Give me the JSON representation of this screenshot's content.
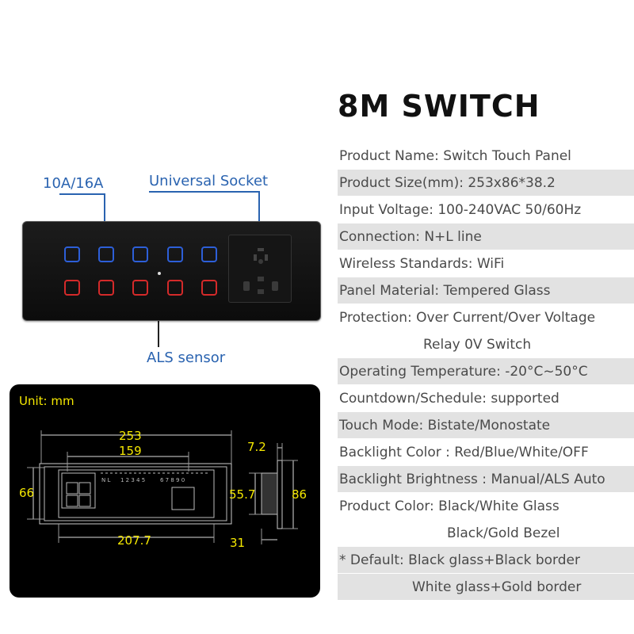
{
  "title": "8M SWITCH",
  "callouts": {
    "amp": "10A/16A",
    "socket": "Universal Socket",
    "als": "ALS sensor"
  },
  "specs": [
    "Product Name: Switch Touch Panel",
    "Product Size(mm): 253x86*38.2",
    "Input Voltage: 100-240VAC 50/60Hz",
    "Connection: N+L line",
    "Wireless Standards:  WiFi",
    "Panel Material: Tempered Glass",
    "Protection: Over Current/Over Voltage",
    "Relay 0V Switch",
    "Operating Temperature: -20°C~50°C",
    "Countdown/Schedule: supported",
    "Touch Mode: Bistate/Monostate",
    "Backlight Color : Red/Blue/White/OFF",
    "Backlight Brightness : Manual/ALS Auto",
    "Product Color: Black/White Glass",
    "Black/Gold Bezel",
    "* Default: Black glass+Black border",
    "White glass+Gold border"
  ],
  "drawing": {
    "unit": "Unit: mm",
    "dims": {
      "w253": "253",
      "w159": "159",
      "h66": "66",
      "w207": "207.7",
      "h557": "55.7",
      "d72": "7.2",
      "h86": "86",
      "d31": "31"
    },
    "board_labels": [
      "N L",
      "1 2 3 4 5",
      "6 7 8 9 0"
    ]
  },
  "colors": {
    "callout": "#2a63b0",
    "key_blue": "#2d5fd8",
    "key_red": "#d42a2a",
    "dimension": "#f5e800",
    "row_shade": "#e2e2e2"
  }
}
